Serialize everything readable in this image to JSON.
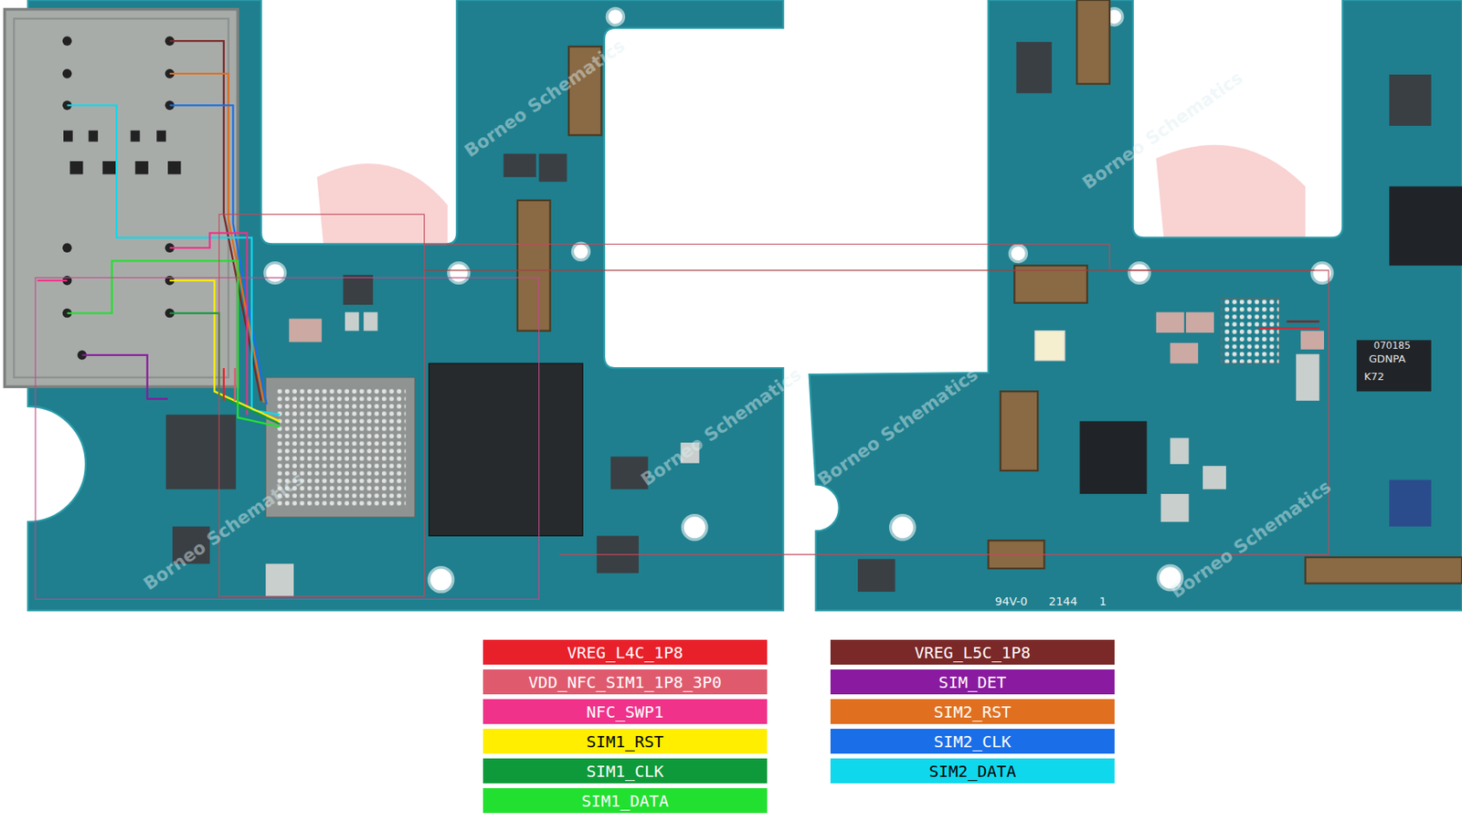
{
  "diagram": {
    "labels": [
      "Borneo Schematics",
      "Borneo Schematics",
      "Borneo Schematics",
      "Borneo Schematics",
      "Borneo Schematics",
      "Borneo Schematics",
      "K72",
      "GDNPA",
      "070185",
      "94V-0",
      "2144",
      "1"
    ],
    "legend": [
      {
        "text": "VREG_L4C_1P8",
        "color": "#e8202a"
      },
      {
        "text": "VDD_NFC_SIM1_1P8_3P0",
        "color": "#e05a6e"
      },
      {
        "text": "NFC_SWP1",
        "color": "#f0328a"
      },
      {
        "text": "SIM1_RST",
        "color": "#ffee00"
      },
      {
        "text": "SIM1_CLK",
        "color": "#0e9a3a"
      },
      {
        "text": "SIM1_DATA",
        "color": "#22e030"
      },
      {
        "text": "VREG_L5C_1P8",
        "color": "#7a2828"
      },
      {
        "text": "SIM_DET",
        "color": "#8a1aa0"
      },
      {
        "text": "SIM2_RST",
        "color": "#e07020"
      },
      {
        "text": "SIM2_CLK",
        "color": "#1a6ee8"
      },
      {
        "text": "SIM2_DATA",
        "color": "#10d8ec"
      }
    ]
  }
}
